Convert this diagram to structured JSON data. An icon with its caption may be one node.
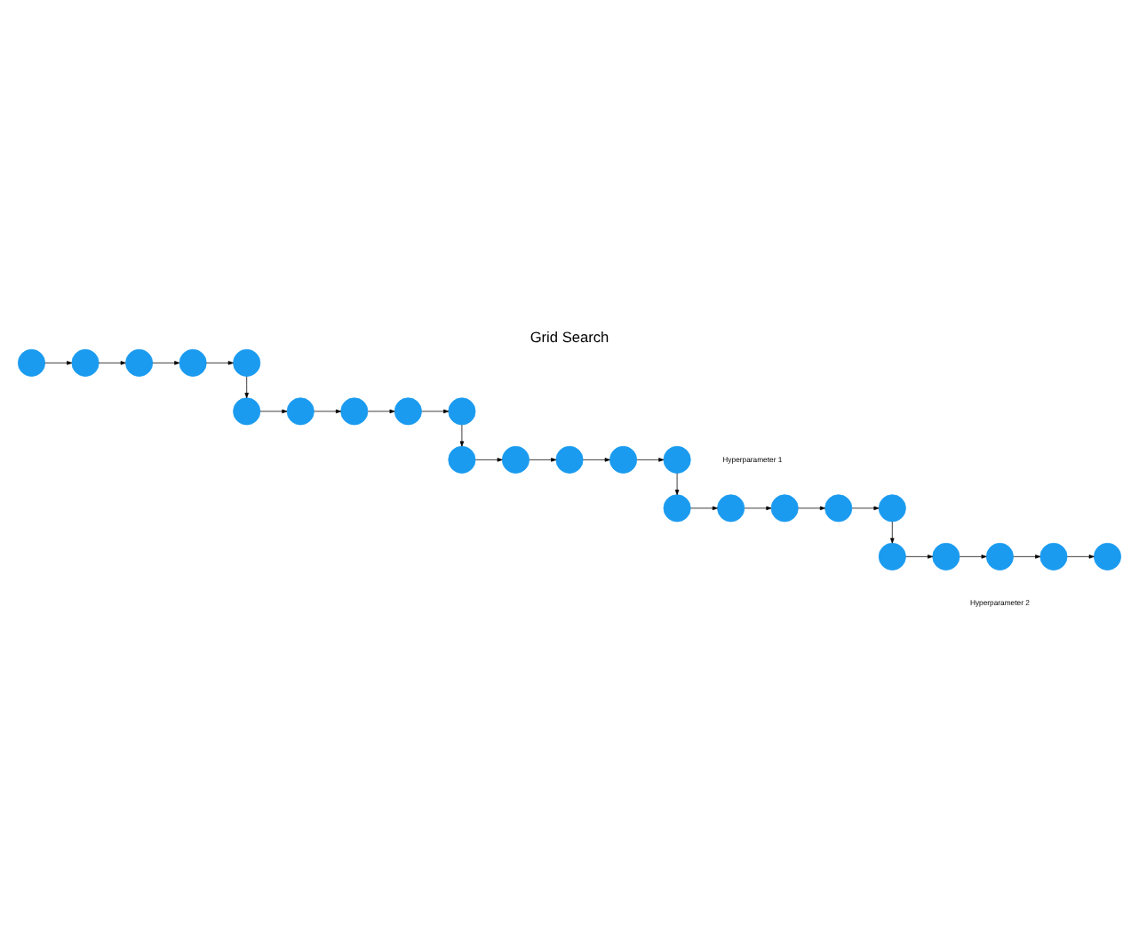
{
  "diagram": {
    "title": "Grid Search",
    "nodes": [
      {
        "text": [],
        "shape": "circle"
      },
      {
        "text": [],
        "shape": "circle"
      },
      {
        "text": [],
        "shape": "circle"
      },
      {
        "text": [],
        "shape": "circle"
      },
      {
        "text": [],
        "shape": "circle"
      },
      {
        "text": [],
        "shape": "circle"
      },
      {
        "text": [],
        "shape": "circle"
      },
      {
        "text": [],
        "shape": "circle"
      },
      {
        "text": [],
        "shape": "circle"
      },
      {
        "text": [],
        "shape": "circle"
      },
      {
        "text": [],
        "shape": "circle"
      },
      {
        "text": [],
        "shape": "circle"
      },
      {
        "text": [],
        "shape": "circle"
      },
      {
        "text": [],
        "shape": "circle"
      },
      {
        "text": [],
        "shape": "circle"
      },
      {
        "text": [],
        "shape": "circle"
      },
      {
        "text": [],
        "shape": "circle"
      },
      {
        "text": [],
        "shape": "circle"
      },
      {
        "text": [],
        "shape": "circle"
      },
      {
        "text": [],
        "shape": "circle"
      },
      {
        "text": [],
        "shape": "circle"
      },
      {
        "text": [],
        "shape": "circle"
      },
      {
        "text": [],
        "shape": "circle"
      },
      {
        "text": [],
        "shape": "circle"
      },
      {
        "text": [],
        "shape": "circle"
      }
    ],
    "edges": [
      {
        "from": 0,
        "to": 1,
        "arrow": "to"
      },
      {
        "from": 1,
        "to": 2,
        "arrow": "to"
      },
      {
        "from": 2,
        "to": 3,
        "arrow": "to"
      },
      {
        "from": 3,
        "to": 4,
        "arrow": "to"
      },
      {
        "from": 4,
        "to": 5,
        "arrow": "to"
      },
      {
        "from": 5,
        "to": 6,
        "arrow": "to"
      },
      {
        "from": 6,
        "to": 7,
        "arrow": "to"
      },
      {
        "from": 7,
        "to": 8,
        "arrow": "to"
      },
      {
        "from": 8,
        "to": 9,
        "arrow": "to"
      },
      {
        "from": 9,
        "to": 10,
        "arrow": "to"
      },
      {
        "from": 10,
        "to": 11,
        "arrow": "to"
      },
      {
        "from": 11,
        "to": 12,
        "arrow": "to"
      },
      {
        "from": 12,
        "to": 13,
        "arrow": "to"
      },
      {
        "from": 13,
        "to": 14,
        "arrow": "to"
      },
      {
        "from": 14,
        "to": 15,
        "arrow": "to"
      },
      {
        "from": 15,
        "to": 16,
        "arrow": "to"
      },
      {
        "from": 16,
        "to": 17,
        "arrow": "to"
      },
      {
        "from": 17,
        "to": 18,
        "arrow": "to"
      },
      {
        "from": 18,
        "to": 19,
        "arrow": "to"
      },
      {
        "from": 19,
        "to": 20,
        "arrow": "to"
      },
      {
        "from": 20,
        "to": 21,
        "arrow": "to"
      },
      {
        "from": 21,
        "to": 22,
        "arrow": "to"
      },
      {
        "from": 22,
        "to": 23,
        "arrow": "to"
      },
      {
        "from": 23,
        "to": 24,
        "arrow": "to"
      }
    ],
    "labels": [
      "Hyperparameter 1",
      "Hyperparameter 2"
    ]
  }
}
